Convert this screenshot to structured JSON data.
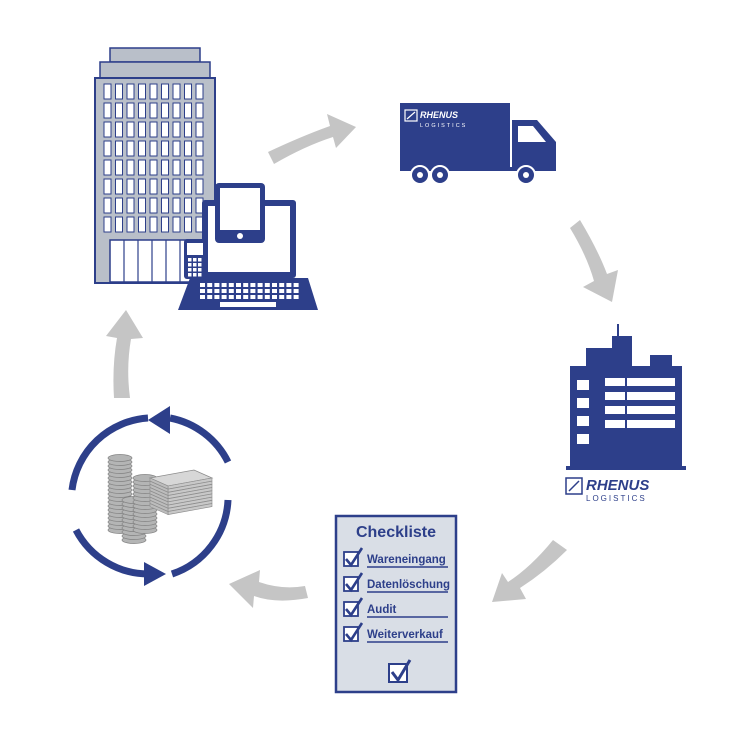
{
  "colors": {
    "navy": "#2d3f8a",
    "building_fill": "#b9bfc9",
    "building_stroke": "#2d3f8a",
    "arrow_gray": "#c5c5c5",
    "checklist_fill": "#d9dee6",
    "coin_gray": "#a9aaaa",
    "white": "#ffffff"
  },
  "truck": {
    "brand": "RHENUS",
    "brand_sub": "LOGISTICS"
  },
  "warehouse": {
    "brand": "RHENUS",
    "brand_sub": "LOGISTICS"
  },
  "checklist": {
    "title": "Checkliste",
    "items": [
      "Wareneingang",
      "Datenlöschung",
      "Audit",
      "Weiterverkauf"
    ]
  },
  "icons": [
    "office-building-icon",
    "laptop-icon",
    "tablet-icon",
    "phone-icon",
    "truck-icon",
    "warehouse-icon",
    "checklist-icon",
    "money-cycle-icon",
    "arrow-icon"
  ]
}
